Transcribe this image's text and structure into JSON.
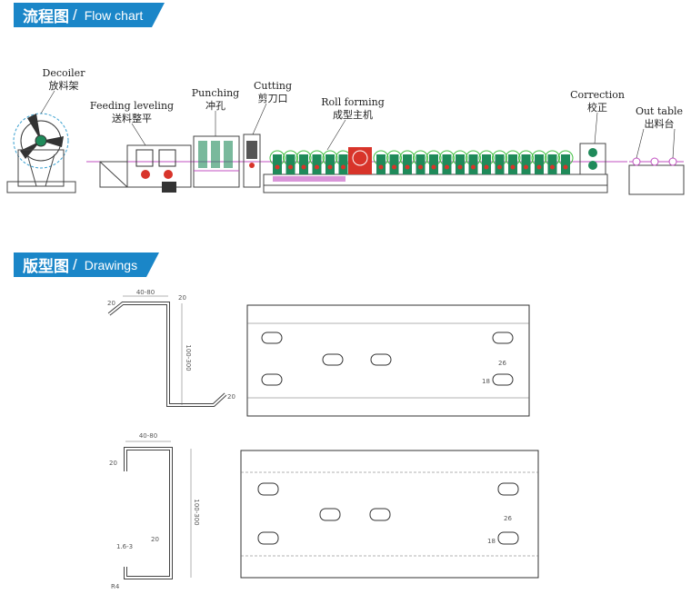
{
  "flow_section": {
    "title_zh": "流程图",
    "title_en": "Flow chart"
  },
  "draw_section": {
    "title_zh": "版型图",
    "title_en": "Drawings"
  },
  "stations": [
    {
      "en": "Decoiler",
      "zh": "放料架"
    },
    {
      "en": "Feeding leveling",
      "zh": "送料整平"
    },
    {
      "en": "Punching",
      "zh": "冲孔"
    },
    {
      "en": "Cutting",
      "zh": "剪刀口"
    },
    {
      "en": "Roll forming",
      "zh": "成型主机"
    },
    {
      "en": "Correction",
      "zh": "校正"
    },
    {
      "en": "Out table",
      "zh": "出料台"
    }
  ],
  "drawings": {
    "z_profile": {
      "flange": "40-80",
      "web": "100-300",
      "lip_top": "20",
      "lip_bot": "20",
      "angle": "20"
    },
    "c_profile": {
      "flange": "40-80",
      "web": "100-300",
      "lip": "20",
      "thick": "1.6-3",
      "lip2": "20",
      "r": "R4"
    },
    "slot_width": "26",
    "slot_height": "18"
  },
  "colors": {
    "banner": "#1a86c8",
    "roller": "#1f8a5a",
    "green_ring": "#3fbf3f",
    "red": "#d8342a",
    "magenta": "#c04fc0"
  }
}
